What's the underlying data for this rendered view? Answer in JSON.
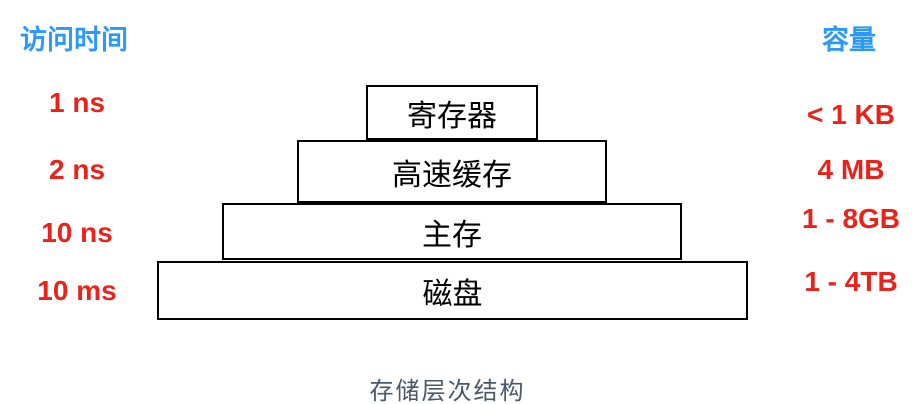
{
  "diagram": {
    "caption": "存储层次结构",
    "left_header": "访问时间",
    "right_header": "容量",
    "levels": [
      {
        "name": "寄存器",
        "access_time": "1 ns",
        "capacity": "< 1 KB"
      },
      {
        "name": "高速缓存",
        "access_time": "2 ns",
        "capacity": "4 MB"
      },
      {
        "name": "主存",
        "access_time": "10 ns",
        "capacity": "1 - 8GB"
      },
      {
        "name": "磁盘",
        "access_time": "10 ms",
        "capacity": "1 - 4TB"
      }
    ],
    "colors": {
      "header_blue": "#2B99F8",
      "value_red": "#E8231A",
      "box_border": "#000000",
      "box_fill": "#FFFFFF",
      "caption_gray": "#4A586A",
      "background": "#FFFFFF"
    }
  }
}
